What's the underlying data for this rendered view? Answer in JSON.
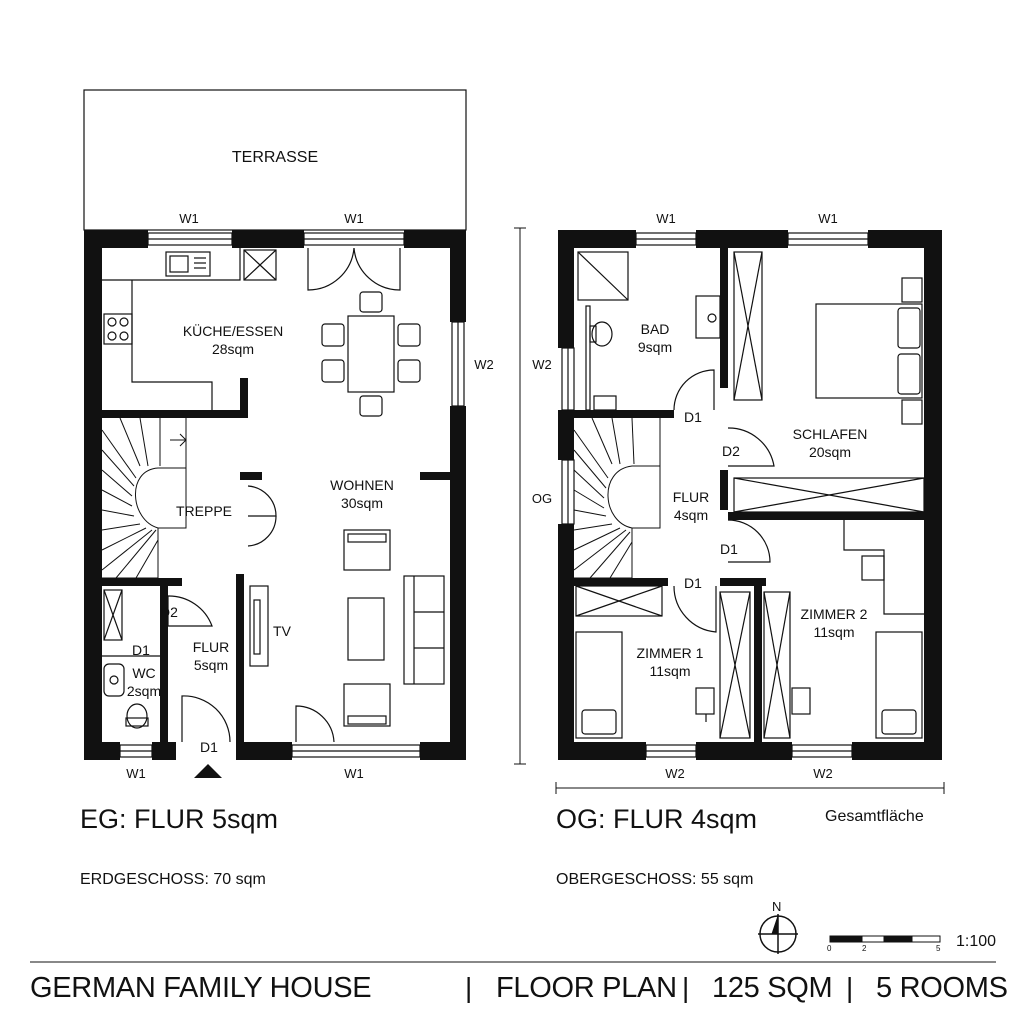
{
  "ground_floor": {
    "terrace": "TERRASSE",
    "window_labels": {
      "top_left": "W1",
      "top_right": "W1",
      "side": "W2",
      "bottom_left": "W1",
      "bottom_right": "W1"
    },
    "rooms": {
      "kitchen": {
        "name": "KÜCHE/ESSEN",
        "area": "28sqm"
      },
      "living": {
        "name": "WOHNEN",
        "area": "30sqm"
      },
      "stairs": {
        "name": "TREPPE"
      },
      "hall": {
        "name": "FLUR",
        "area": "5sqm"
      },
      "wc": {
        "name": "WC",
        "area": "2sqm"
      }
    },
    "door_labels": {
      "d2": "D2",
      "d1_wc": "D1",
      "d1_entry": "D1"
    },
    "tv": "TV",
    "heading": "EG: FLUR  5sqm",
    "total": "ERDGESCHOSS: 70 sqm"
  },
  "upper_floor": {
    "window_labels": {
      "top_left": "W1",
      "top_right": "W1",
      "side": "W2",
      "bottom_left": "W2",
      "bottom_right": "W2"
    },
    "side_level": "OG",
    "rooms": {
      "bath": {
        "name": "BAD",
        "area": "9sqm"
      },
      "bedroom": {
        "name": "SCHLAFEN",
        "area": "20sqm"
      },
      "hall": {
        "name": "FLUR",
        "area": "4sqm"
      },
      "room1": {
        "name": "ZIMMER 1",
        "area": "11sqm"
      },
      "room2": {
        "name": "ZIMMER 2",
        "area": "11sqm"
      }
    },
    "door_labels": {
      "d1_bath": "D1",
      "d2_bed": "D2",
      "d1_room2": "D1",
      "d1_room1": "D1"
    },
    "heading": "OG: FLUR  4sqm",
    "total_label": "Gesamtfläche",
    "total": "OBERGESCHOSS: 55 sqm"
  },
  "legend": {
    "north": "N",
    "scale_ticks": [
      "0",
      "2",
      "5"
    ],
    "scale": "1:100"
  },
  "footer": {
    "name": "GERMAN FAMILY HOUSE",
    "type": "FLOOR PLAN",
    "area": "125 SQM",
    "rooms": "5 ROOMS",
    "separator": "|"
  }
}
